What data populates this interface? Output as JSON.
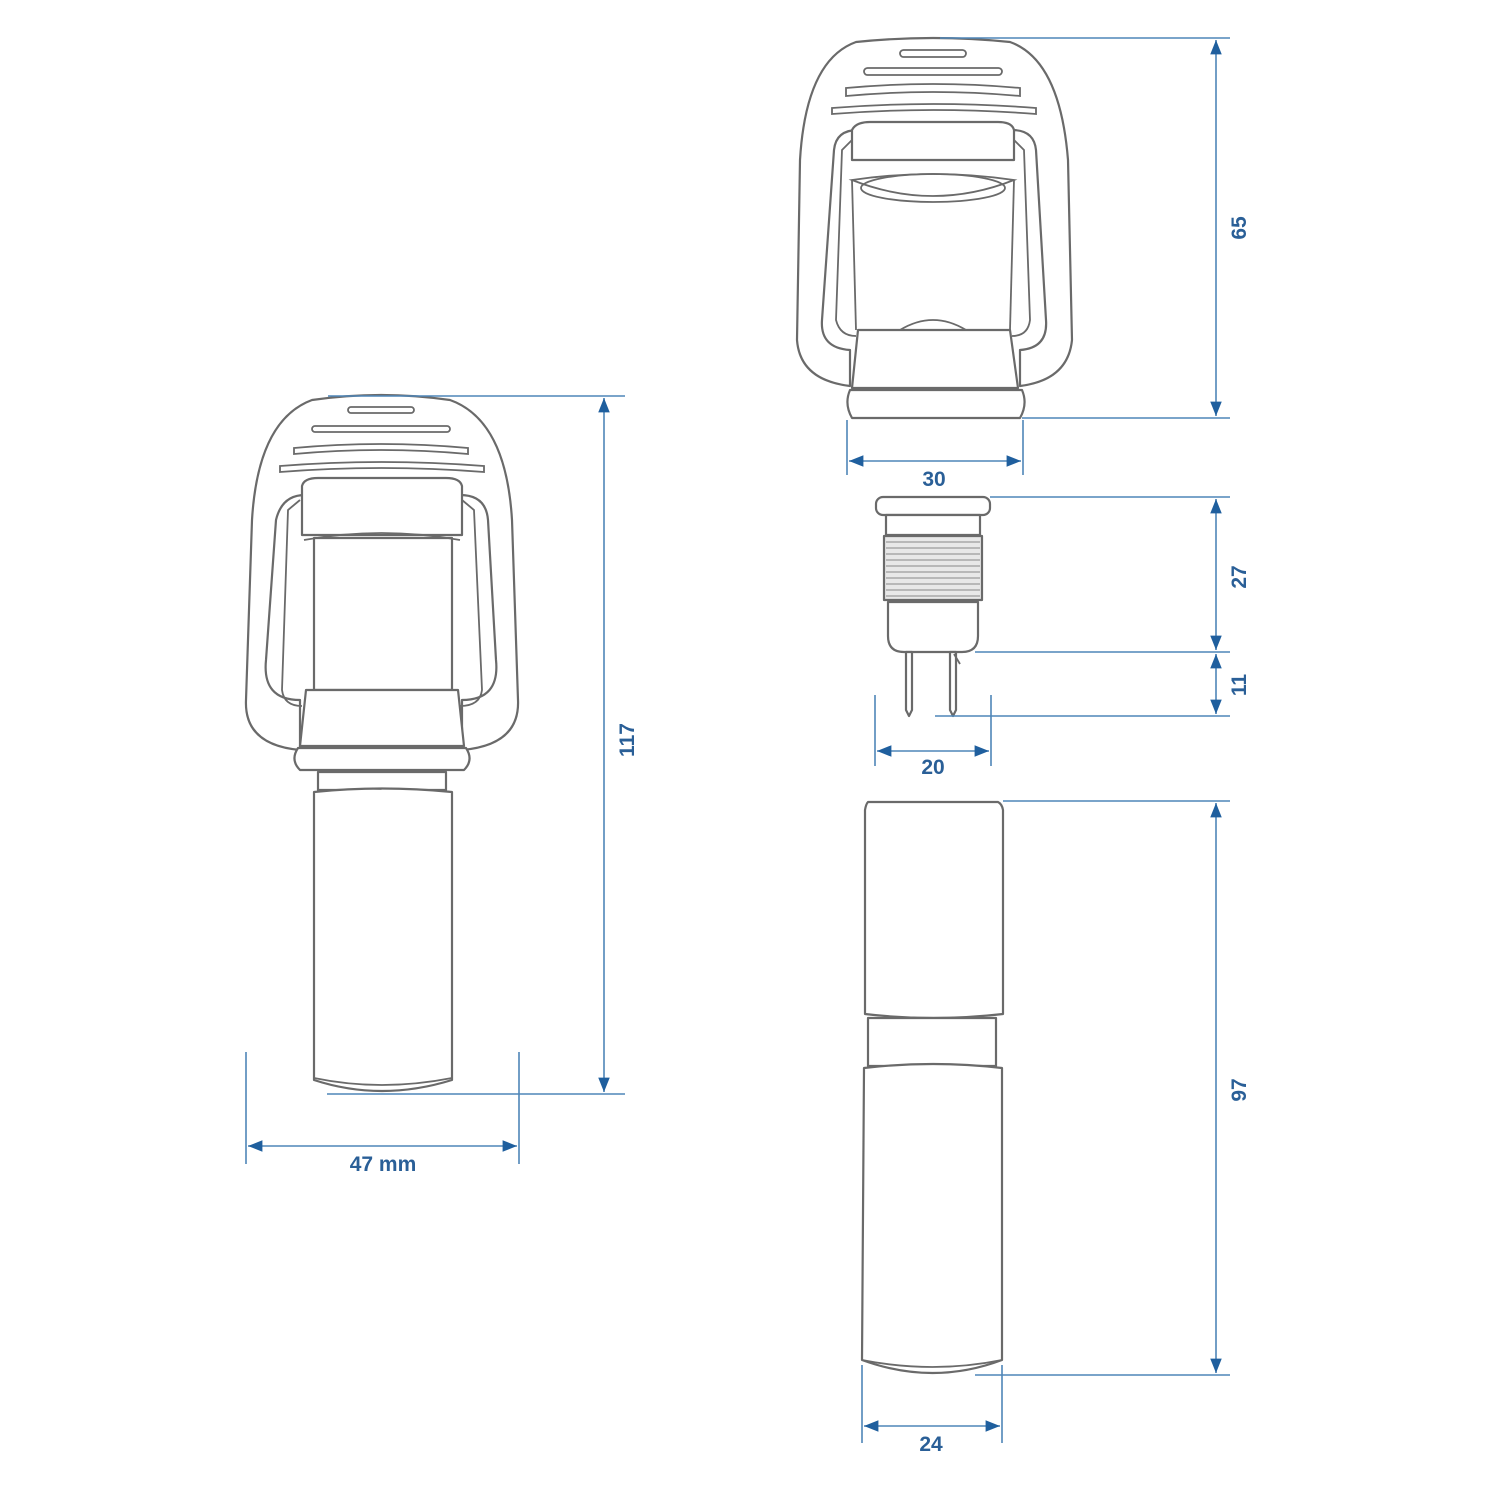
{
  "drawing": {
    "title": "Beacon mount dimension drawing",
    "colors": {
      "outline": "#6a6a6a",
      "dimension_line": "#4f86b8",
      "dimension_text": "#2a5f97",
      "background": "#ffffff"
    },
    "assembled_view": {
      "height_label": "117",
      "width_label": "47 mm"
    },
    "cap_view": {
      "height_label": "65",
      "width_label": "30"
    },
    "socket_view": {
      "body_height_label": "27",
      "pin_height_label": "11",
      "width_label": "20"
    },
    "tube_view": {
      "height_label": "97",
      "width_label": "24"
    }
  }
}
